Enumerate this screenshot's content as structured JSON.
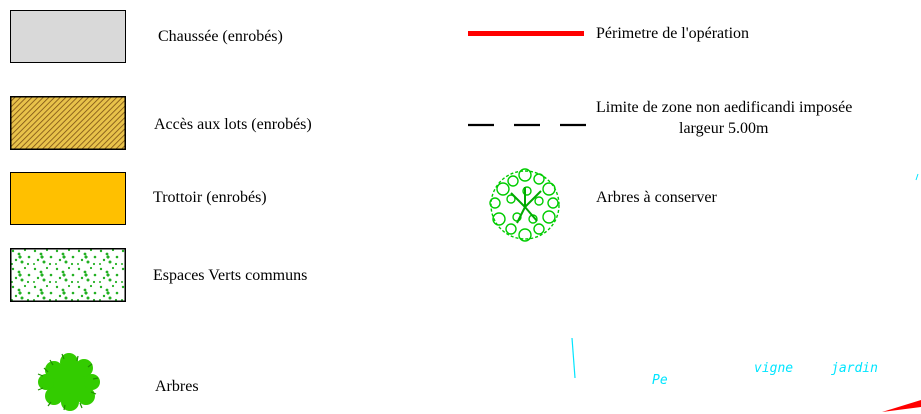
{
  "legend": {
    "left": [
      {
        "key": "chaussee",
        "label": "Chaussée (enrobés)",
        "fill": "#d9d9d9"
      },
      {
        "key": "acces",
        "label": "Accès aux lots (enrobés)",
        "fill": "hatch-brown-yellow"
      },
      {
        "key": "trottoir",
        "label": "Trottoir (enrobés)",
        "fill": "#ffc000"
      },
      {
        "key": "espaces",
        "label": "Espaces Verts communs",
        "fill": "green-dots"
      },
      {
        "key": "arbres",
        "label": "Arbres",
        "icon": "tree-canopy-icon"
      }
    ],
    "right": [
      {
        "key": "perimetre",
        "label": "Périmetre de l'opération",
        "line_color": "#ff0000"
      },
      {
        "key": "limite",
        "label_line1": "Limite de zone non aedificandi imposée",
        "label_line2": "largeur 5.00m",
        "line_style": "dashed"
      },
      {
        "key": "arbres_conserver",
        "label": "Arbres à conserver",
        "icon": "tree-outline-icon"
      }
    ]
  },
  "plan_fragment": {
    "labels": {
      "pe": "Pe",
      "vigne": "vigne",
      "jardin": "jardin"
    },
    "color": "#00e5ff"
  }
}
